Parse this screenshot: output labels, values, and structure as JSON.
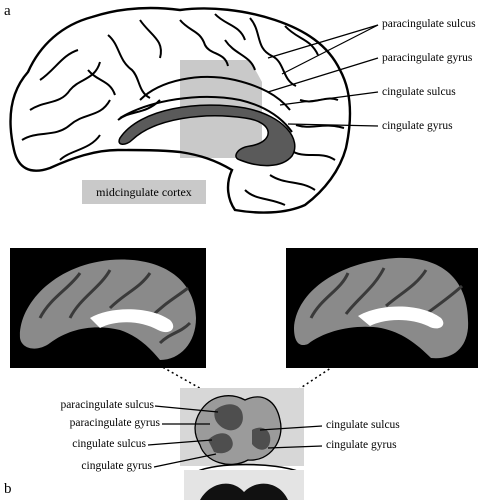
{
  "panel_a": {
    "letter": "a",
    "labels": {
      "paracingulate_sulcus": "paracingulate sulcus",
      "paracingulate_gyrus": "paracingulate gyrus",
      "cingulate_sulcus": "cingulate sulcus",
      "cingulate_gyrus": "cingulate gyrus"
    },
    "region_label": "midcingulate cortex",
    "colors": {
      "region_fill": "#c9c9c9",
      "callosum_fill": "#5a5a5a",
      "outline": "#000000"
    }
  },
  "panel_b": {
    "letter": "b",
    "left_labels": {
      "paracingulate_sulcus": "paracingulate sulcus",
      "paracingulate_gyrus": "paracingulate gyrus",
      "cingulate_sulcus": "cingulate sulcus",
      "cingulate_gyrus": "cingulate gyrus"
    },
    "right_labels": {
      "cingulate_sulcus": "cingulate sulcus",
      "cingulate_gyrus": "cingulate gyrus"
    }
  }
}
